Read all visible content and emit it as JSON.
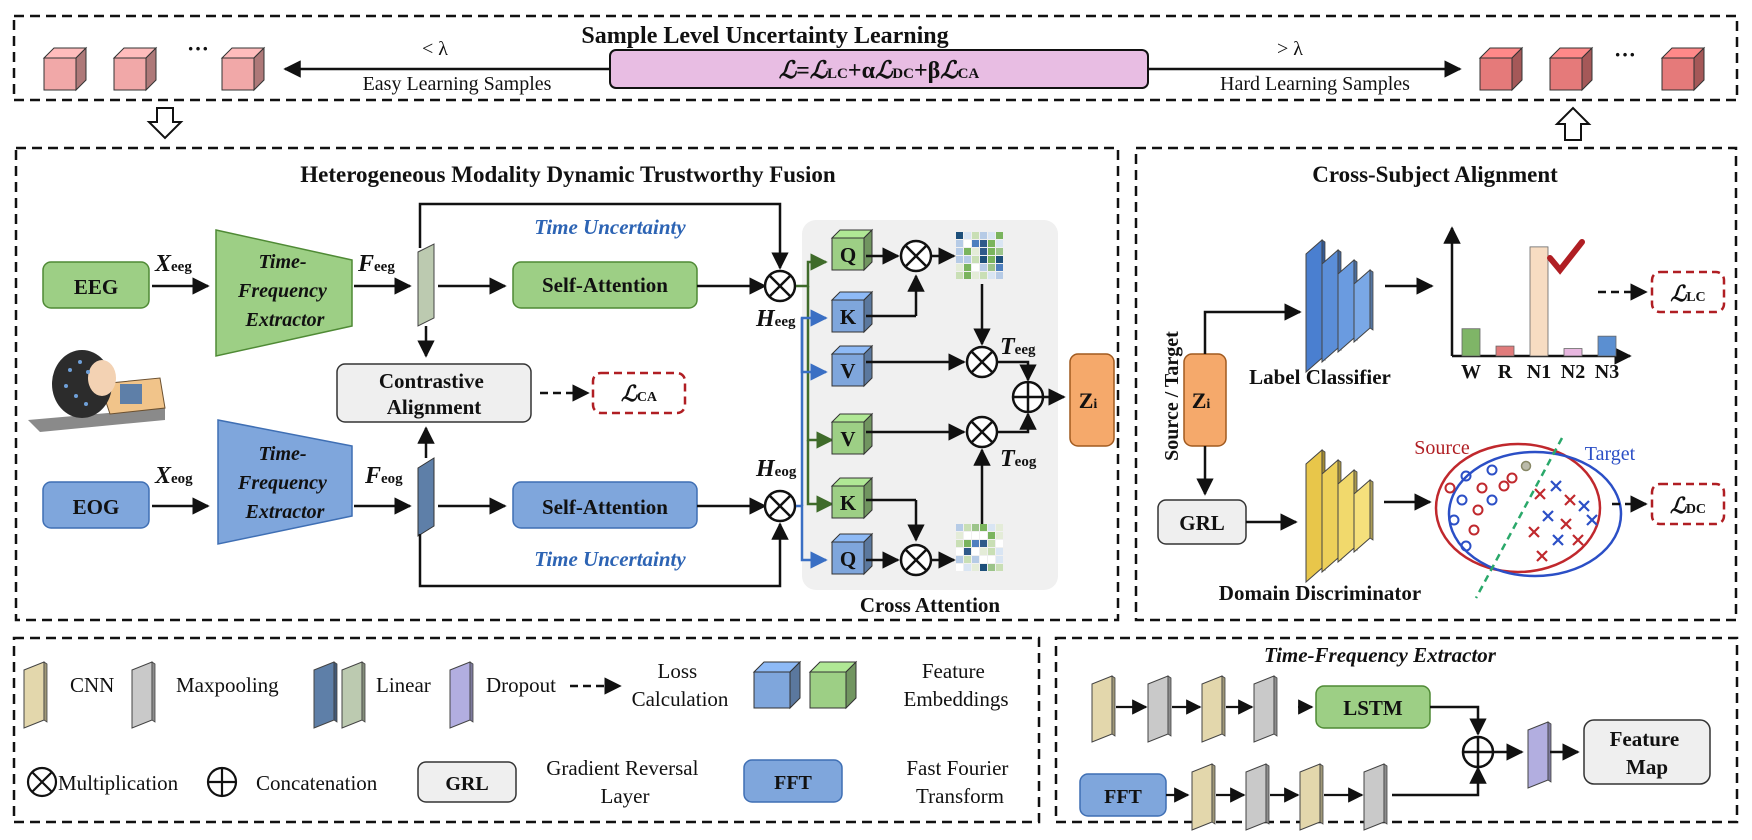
{
  "top": {
    "title": "Sample Level Uncertainty Learning",
    "formula": "ℒ=ℒLC+αℒDC+βℒCA",
    "formula_parts": {
      "L": "ℒ",
      "eq": "=",
      "LC": "LC",
      "plus1": "+α",
      "DC": "DC",
      "plus2": "+β",
      "CA": "CA"
    },
    "less_lambda": "< λ",
    "greater_lambda": "> λ",
    "easy_label": "Easy Learning Samples",
    "hard_label": "Hard Learning Samples",
    "ellipsis": "···"
  },
  "fusion": {
    "title": "Heterogeneous Modality Dynamic Trustworthy Fusion",
    "eeg": "EEG",
    "eog": "EOG",
    "x_eeg": {
      "main": "X",
      "sub": "eeg"
    },
    "x_eog": {
      "main": "X",
      "sub": "eog"
    },
    "f_eeg": {
      "main": "F",
      "sub": "eeg"
    },
    "f_eog": {
      "main": "F",
      "sub": "eog"
    },
    "h_eeg": {
      "main": "H",
      "sub": "eeg"
    },
    "h_eog": {
      "main": "H",
      "sub": "eog"
    },
    "t_eeg": {
      "main": "T",
      "sub": "eeg"
    },
    "t_eog": {
      "main": "T",
      "sub": "eog"
    },
    "extractor_lines": [
      "Time-",
      "Frequency",
      "Extractor"
    ],
    "self_attention": "Self-Attention",
    "time_uncertainty": "Time Uncertainty",
    "contrastive_lines": [
      "Contrastive",
      "Alignment"
    ],
    "loss_ca": {
      "main": "ℒ",
      "sub": "CA"
    },
    "q": "Q",
    "k": "K",
    "v": "V",
    "cross_attention": "Cross Attention",
    "z": {
      "main": "Z",
      "sub": "i"
    }
  },
  "alignment": {
    "title": "Cross-Subject Alignment",
    "source_target": "Source / Target",
    "z": {
      "main": "Z",
      "sub": "i"
    },
    "label_classifier": "Label Classifier",
    "grl": "GRL",
    "domain_discriminator": "Domain Discriminator",
    "bar_categories": [
      "W",
      "R",
      "N1",
      "N2",
      "N3"
    ],
    "bar_values": [
      0.22,
      0.08,
      0.88,
      0.06,
      0.16
    ],
    "bar_colors": [
      "#7fb567",
      "#e07b7b",
      "#f7dcc2",
      "#e8b7e0",
      "#5b8fd1"
    ],
    "source": "Source",
    "target": "Target",
    "loss_lc": {
      "main": "ℒ",
      "sub": "LC"
    },
    "loss_dc": {
      "main": "ℒ",
      "sub": "DC"
    }
  },
  "legend": {
    "cnn": "CNN",
    "maxpooling": "Maxpooling",
    "linear": "Linear",
    "dropout": "Dropout",
    "loss_calc_lines": [
      "Loss",
      "Calculation"
    ],
    "feature_emb_lines": [
      "Feature",
      "Embeddings"
    ],
    "multiplication": "Multiplication",
    "concatenation": "Concatenation",
    "grl": "GRL",
    "grl_desc_lines": [
      "Gradient Reversal",
      "Layer"
    ],
    "fft": "FFT",
    "fft_desc_lines": [
      "Fast Fourier",
      "Transform"
    ]
  },
  "tfe": {
    "title": "Time-Frequency Extractor",
    "lstm": "LSTM",
    "fft": "FFT",
    "feature_map_lines": [
      "Feature",
      "Map"
    ]
  },
  "colors": {
    "green": "#9dcf85",
    "green_dark": "#5c9a3f",
    "blue": "#7fa6dc",
    "blue_dark": "#3f6fb4",
    "pink": "#e8bde3",
    "cube_red": "#e98a8a",
    "orange": "#f5a96b",
    "accent_blue": "#3a6fc4",
    "loss_red": "#b01e23"
  }
}
